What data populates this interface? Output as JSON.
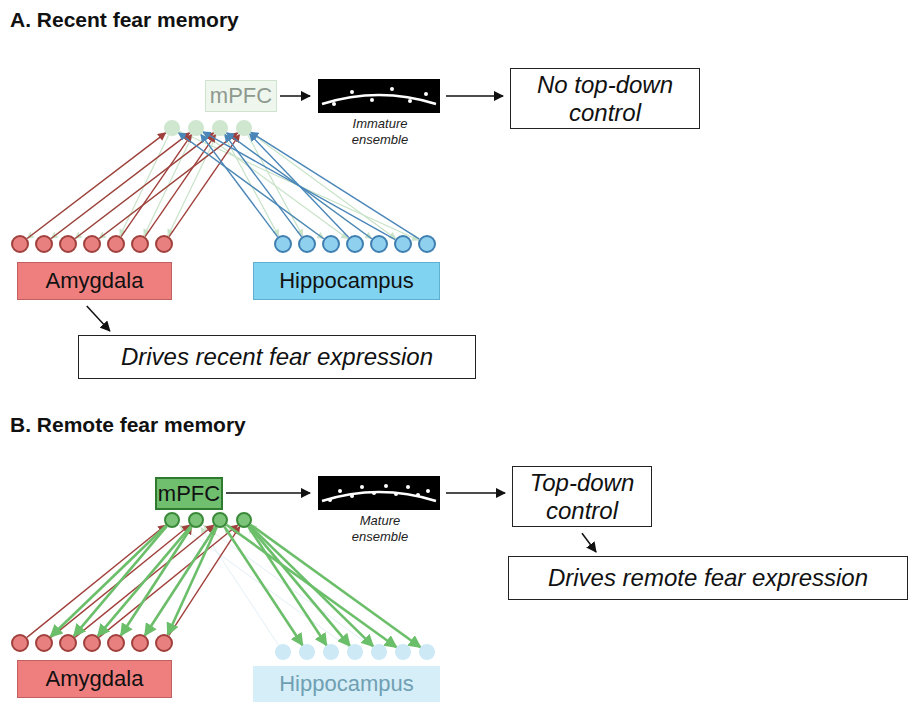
{
  "diagram": {
    "nodes": [
      {
        "text": [
          "mPFC"
        ]
      },
      {
        "text": [
          "No top-down control"
        ]
      },
      {
        "text": [
          "Amygdala"
        ]
      },
      {
        "text": [
          "Hippocampus"
        ]
      },
      {
        "text": [
          "Drives recent fear expression"
        ]
      },
      {
        "text": [
          "mPFC"
        ]
      },
      {
        "text": [
          "Top-down control"
        ]
      },
      {
        "text": [
          "Amygdala"
        ]
      },
      {
        "text": [
          "Hippocampus"
        ]
      },
      {
        "text": [
          "Drives remote fear expression"
        ]
      }
    ],
    "edges": [
      {
        "from": 2,
        "to": 4,
        "arrow": "to"
      },
      {
        "from": 6,
        "to": 9,
        "arrow": "to"
      }
    ],
    "labels": [
      "A. Recent fear memory",
      "Immature ensemble",
      "B. Remote fear memory",
      "Mature ensemble"
    ]
  }
}
